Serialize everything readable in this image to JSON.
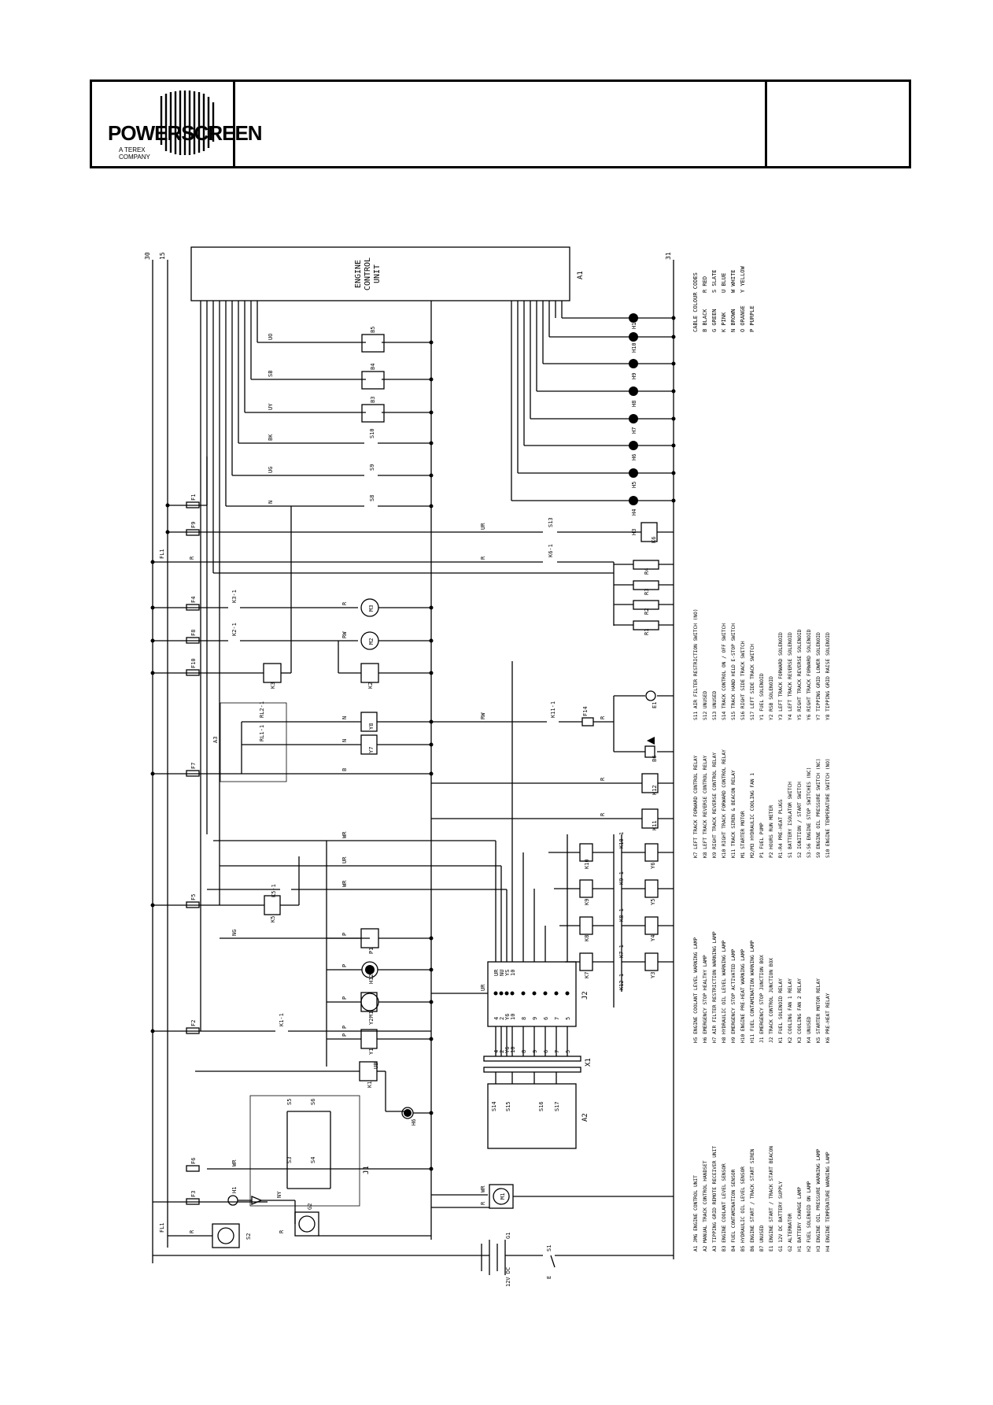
{
  "title_block": {
    "brand": "POWERSCREEN",
    "tagline_line1": "A TEREX",
    "tagline_line2": "COMPANY"
  },
  "ecu": {
    "line1": "ENGINE",
    "line2": "CONTROL",
    "line3": "UNIT",
    "ref": "A1"
  },
  "terminals": {
    "top_left_1": "30",
    "top_left_2": "15",
    "top_right": "31"
  },
  "colour_codes": {
    "heading": "CABLE COLOUR CODES",
    "col1": [
      "B  BLACK",
      "G  GREEN",
      "K  PINK",
      "N  BROWN",
      "O  ORANGE",
      "P  PURPLE"
    ],
    "col2": [
      "R  RED",
      "S  SLATE",
      "U  BLUE",
      "W  WHITE",
      "Y  YELLOW"
    ]
  },
  "legend": {
    "col1": [
      "A1  JMG ENGINE CONTROL UNIT",
      "A2  MANUAL TRACK CONTROL HANDSET",
      "A3  TIPPING GRID REMOTE RECEIVER UNIT",
      "B3  ENGINE COOLANT LEVEL SENSOR",
      "B4  FUEL CONTAMINATION SENSOR",
      "B5  HYDRAULIC OIL LEVEL SENSOR",
      "B6  ENGINE START / TRACK START SIREN",
      "B7  UNUSED",
      "E1  ENGINE START / TRACK START BEACON",
      "G1  12V DC BATTERY SUPPLY",
      "G2  ALTERNATOR",
      "H1  BATTERY CHARGE LAMP",
      "H2  FUEL SOLENOID ON LAMP",
      "H3  ENGINE OIL PRESSURE WARNING LAMP",
      "H4  ENGINE TEMPERATURE WARNING LAMP"
    ],
    "col2": [
      "H5  ENGINE COOLANT LEVEL WARNING LAMP",
      "H6  EMERGENCY STOP HEALTHY LAMP",
      "H7  AIR FILTER RESTRICTION WARNING LAMP",
      "H8  HYDRAULIC OIL LEVEL WARNING LAMP",
      "H9  EMERGENCY STOP ACTIVATED LAMP",
      "H10  ENGINE PRE-HEAT WARNING LAMP",
      "H11  FUEL CONTAMINATION WARNING LAMP",
      "J1  EMERGENCY STOP JUNCTION BOX",
      "J2  TRACK CONTROL JUNCTION BOX",
      "K1  FUEL SOLENOID RELAY",
      "K2  COOLING FAN 1 RELAY",
      "K3  COOLING FAN 2 RELAY",
      "K4  UNUSED",
      "K5  STARTER MOTOR RELAY",
      "K6  PRE-HEAT RELAY"
    ],
    "col3": [
      "K7  LEFT TRACK FORWARD CONTROL RELAY",
      "K8  LEFT TRACK REVERSE CONTROL RELAY",
      "K9  RIGHT TRACK REVERSE CONTROL RELAY",
      "K10  RIGHT TRACK FORWARD CONTROL RELAY",
      "K11  TRACK SIREN & BEACON RELAY",
      "M1  STARTER MOTOR",
      "M2/M3  HYDRAULIC COOLING FAN 1",
      "P1  FUEL PUMP",
      "P2  HOURS RUN METER",
      "R1-R4  PRE-HEAT PLUGS",
      "S1  BATTERY ISOLATOR SWITCH",
      "S2  IGNITION / START SWITCH",
      "S3-S6  ENGINE STOP SWITCHES (NC)",
      "S9  ENGINE OIL PRESSURE SWITCH (NC)",
      "S10  ENGINE TEMPERATURE SWITCH (NO)"
    ],
    "col4": [
      "S11  AIR FILTER RESTRICTION SWITCH (NO)",
      "S12  UNUSED",
      "S13  UNUSED",
      "S14  TRACK CONTROL ON / OFF SWITCH",
      "S15  TRACK HAND HELD E-STOP SWITCH",
      "S16  RIGHT SIDE TRACK SWITCH",
      "S17  LEFT SIDE TRACK SWITCH",
      "Y1  FUEL SOLENOID",
      "Y2  RSB SOLENOID",
      "Y3  LEFT TRACK FORWARD SOLENOID",
      "Y4  LEFT TRACK REVERSE SOLENOID",
      "Y5  RIGHT TRACK REVERSE SOLENOID",
      "Y6  RIGHT TRACK FORWARD SOLENOID",
      "Y7  TIPPING GRID LOWER SOLENOID",
      "Y8  TIPPING GRID RAISE SOLENOID"
    ]
  },
  "wire_labels": {
    "uo": "UO",
    "sb": "SB",
    "uy": "UY",
    "bk": "BK",
    "ug": "UG",
    "n": "N",
    "ur1": "UR",
    "r1": "R",
    "r2": "R",
    "r3": "R",
    "rw1": "RW",
    "n1": "N",
    "n2": "N",
    "b1": "B",
    "r4": "R",
    "r5": "R",
    "r6": "R",
    "rw2": "RW",
    "ur2": "UR",
    "wr1": "WR",
    "wr2": "WR",
    "ng": "NG",
    "p1": "P",
    "p2": "P",
    "p3": "P",
    "p4": "P",
    "p5": "P",
    "ur3": "UR",
    "ub": "UB",
    "wr3": "WR",
    "ny": "NY",
    "r7": "R",
    "r8": "R",
    "wr4": "WR",
    "r9": "R"
  },
  "component_labels": {
    "B5": "B5",
    "B4": "B4",
    "B3": "B3",
    "S10": "S10",
    "S9": "S9",
    "S8": "S8",
    "H11": "H11",
    "H10": "H10",
    "H9": "H9",
    "H8": "H8",
    "H7": "H7",
    "H6": "H6",
    "H5": "H5",
    "H4": "H4",
    "H3": "H3",
    "F1": "F1",
    "F9": "F9",
    "FL1": "FL1",
    "F4": "F4",
    "F8": "F8",
    "F10": "F10",
    "F7": "F7",
    "F5": "F5",
    "F2": "F2",
    "F6": "F6",
    "F3": "F3",
    "FL1b": "FL1",
    "S13": "S13",
    "K6": "K6",
    "K61": "K6-1",
    "R4": "R4",
    "R3": "R3",
    "R2": "R2",
    "R1": "R1",
    "K31": "K3-1",
    "K21": "K2-1",
    "M3": "M3",
    "M2": "M2",
    "K3": "K3",
    "K2": "K2",
    "A3": "A3",
    "RL21": "RL2-1",
    "RL11": "RL1-1",
    "Y8": "Y8",
    "Y7": "Y7",
    "K111": "K11-1",
    "F14": "F14",
    "E1": "E1",
    "B6": "B6",
    "K12": "K12",
    "K11": "K11",
    "K101": "K10-1",
    "K91": "K9-1",
    "K81": "K8-1",
    "K71": "K7-1",
    "K10": "K10",
    "K9": "K9",
    "K8": "K8",
    "K7": "K7",
    "Y6": "Y6",
    "Y5": "Y5",
    "Y4": "Y4",
    "Y3": "Y3",
    "K121": "K12-1",
    "K51": "K5-1",
    "K5": "K5",
    "P1": "P1",
    "H12": "H12",
    "M1": "M1",
    "Y2": "Y2",
    "Y1": "Y1",
    "K11b": "K1-1",
    "K1": "K1",
    "J2": "J2",
    "X1": "X1",
    "A2": "A2",
    "S14": "S14",
    "S15": "S15",
    "S16": "S16",
    "S17": "S17",
    "S5": "S5",
    "S6": "S6",
    "S3": "S3",
    "S4": "S4",
    "H6b": "H6",
    "J1": "J1",
    "H1": "H1",
    "S2": "S2",
    "G2": "G2",
    "G1": "G1",
    "M1b": "M1",
    "S1": "S1",
    "E": "E",
    "V12": "12V DC"
  },
  "j2_pins": [
    "4",
    "2",
    "Y6",
    "10",
    "8",
    "9",
    "6",
    "7",
    "5"
  ],
  "j2_wires": [
    "UR",
    "NU",
    "YS",
    "10"
  ],
  "x1_pins": [
    "4",
    "2",
    "Y6",
    "10",
    "8",
    "9",
    "6",
    "7",
    "5"
  ]
}
